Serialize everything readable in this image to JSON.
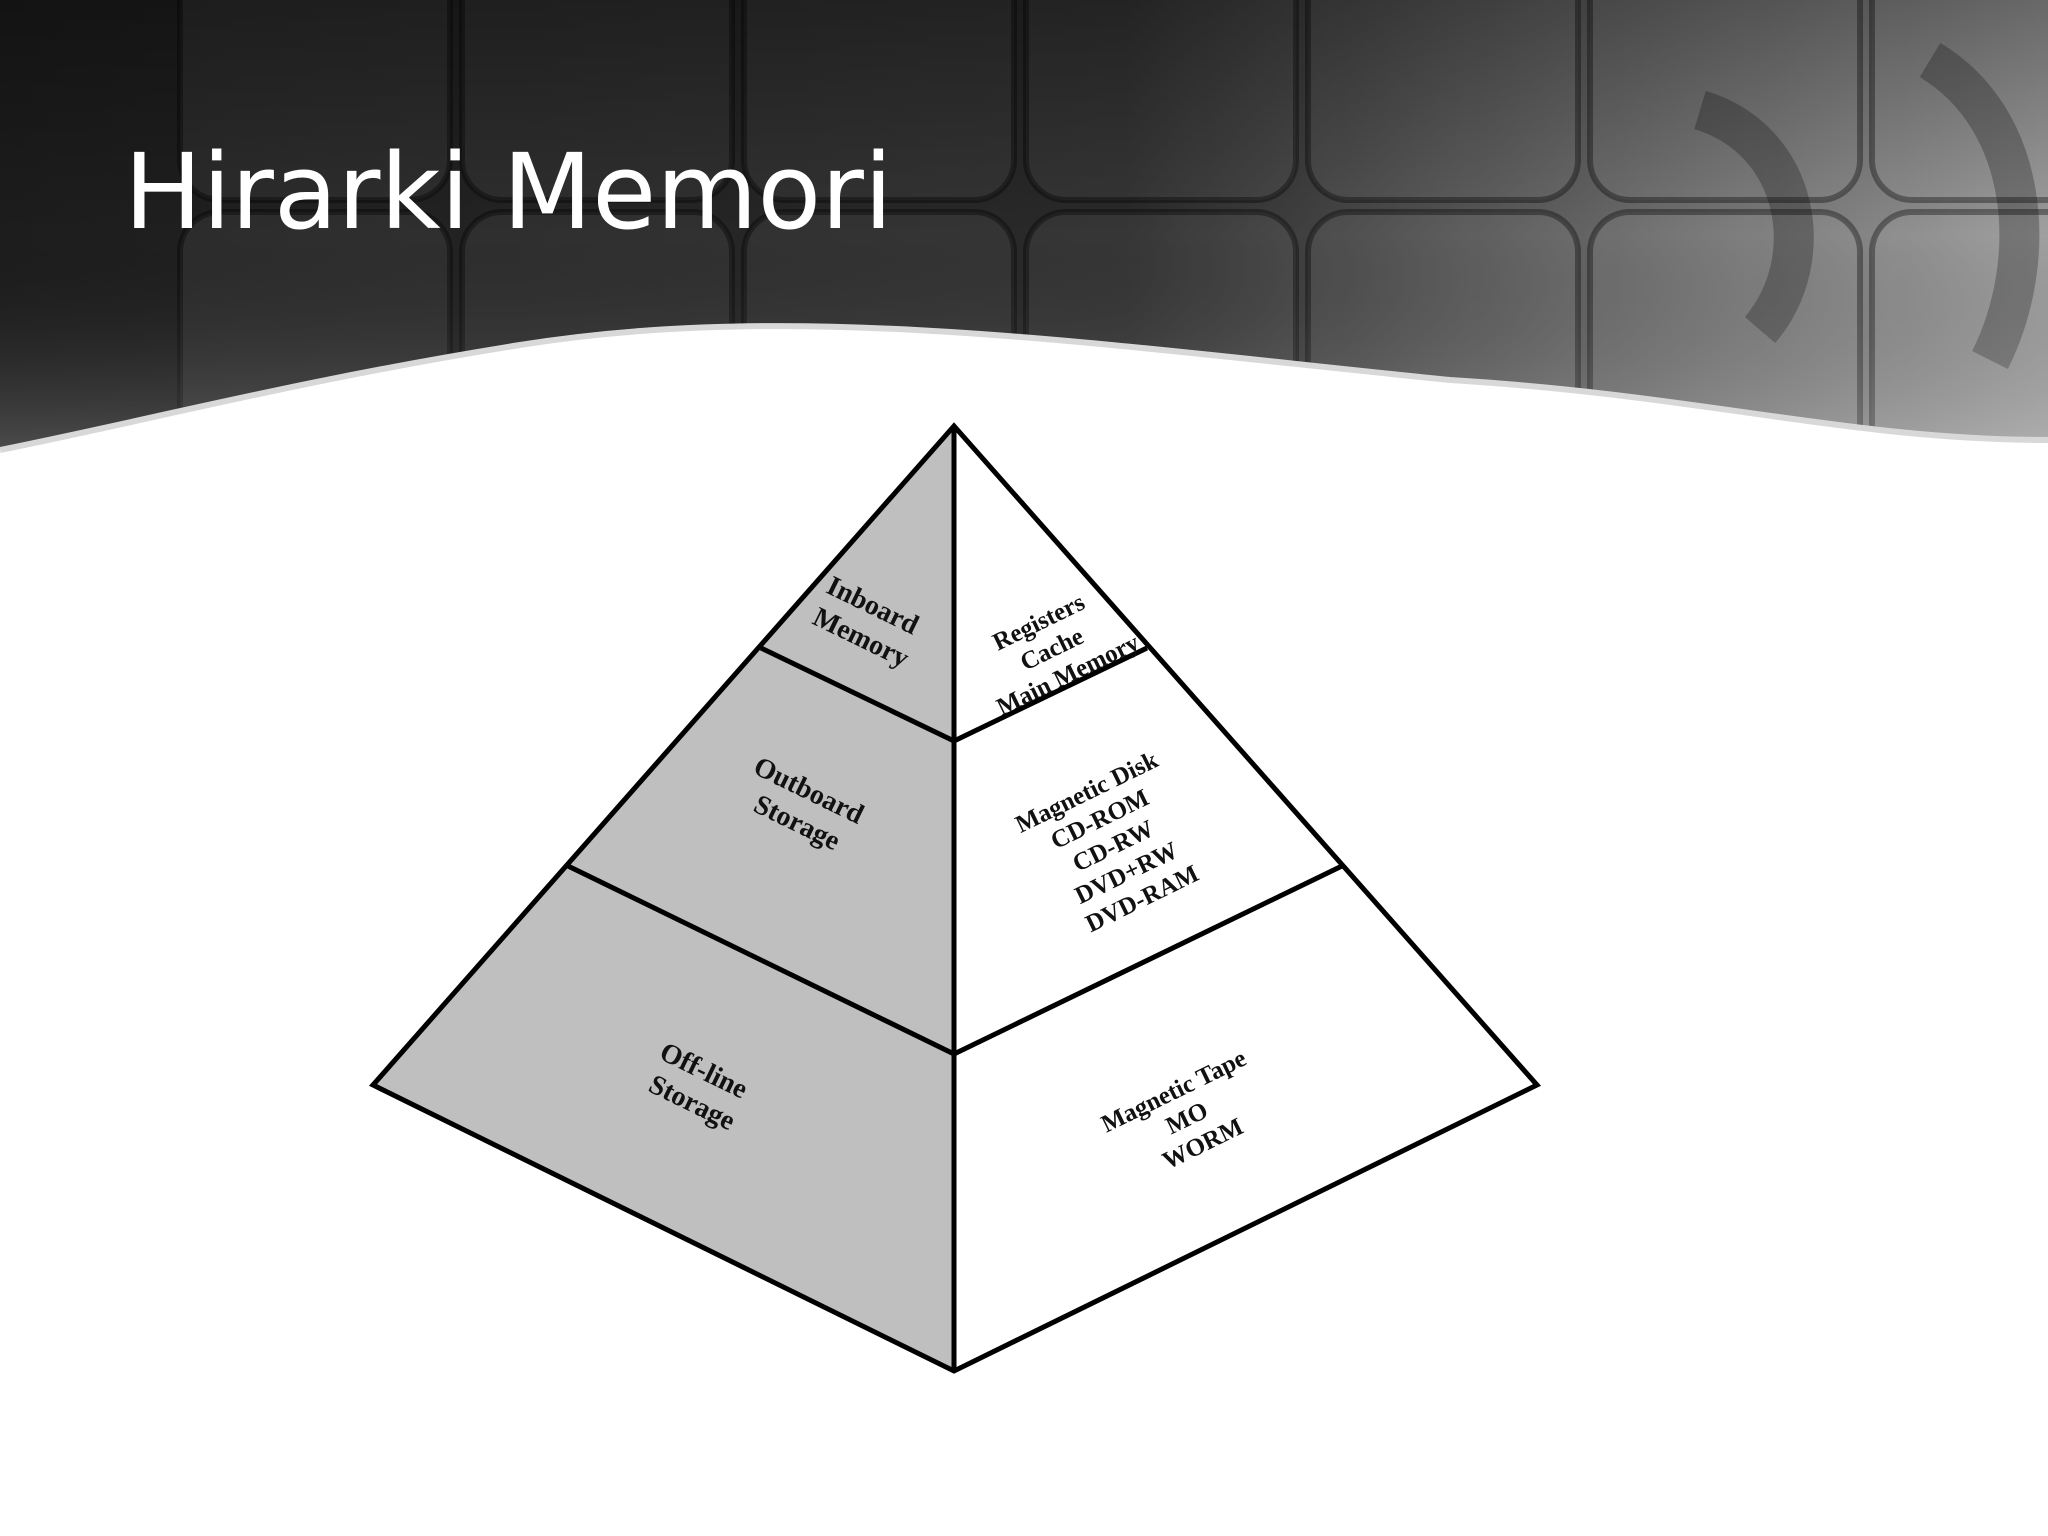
{
  "slide": {
    "title": "Hirarki Memori"
  },
  "colors": {
    "header_dark": "#1e1e1e",
    "header_mid": "#4a4a4a",
    "left_face": "#bfbfbf",
    "right_face": "#ffffff",
    "outline": "#000000"
  },
  "pyramid": {
    "levels": [
      {
        "category": [
          "Inboard",
          "Memory"
        ],
        "items": [
          "Registers",
          "Cache",
          "Main Memory"
        ]
      },
      {
        "category": [
          "Outboard",
          "Storage"
        ],
        "items": [
          "Magnetic Disk",
          "CD-ROM",
          "CD-RW",
          "DVD+RW",
          "DVD-RAM"
        ]
      },
      {
        "category": [
          "Off-line",
          "Storage"
        ],
        "items": [
          "Magnetic Tape",
          "MO",
          "WORM"
        ]
      }
    ]
  }
}
